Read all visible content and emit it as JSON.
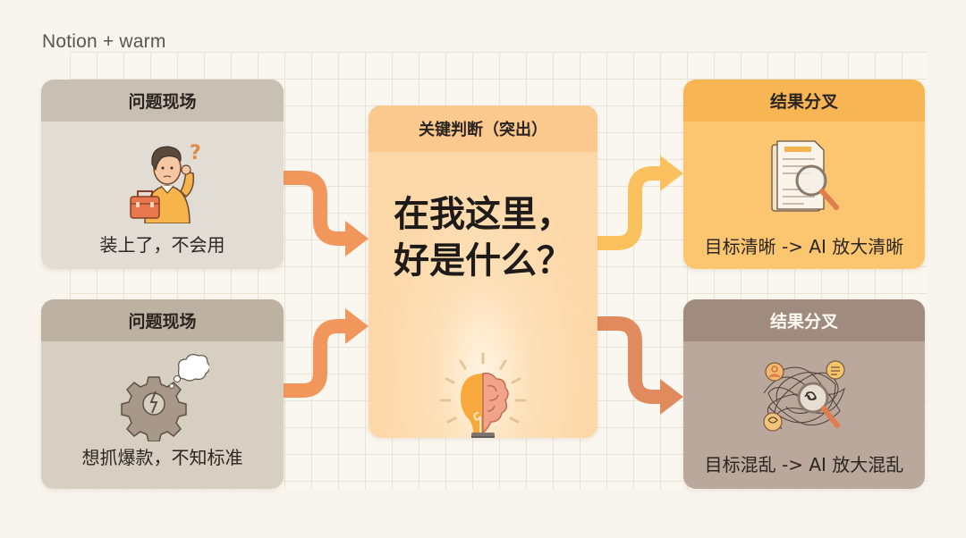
{
  "caption": "Notion + warm",
  "colors": {
    "background": "#f8f5ee",
    "grid_line": "#e9e3d6",
    "arrow_in": "#f2975c",
    "arrow_out_good": "#fbc15e",
    "arrow_out_bad": "#e18a5e",
    "accent_orange": "#f7b553",
    "accent_brown": "#a08c7f"
  },
  "problems": [
    {
      "title": "问题现场",
      "icon": "confused-person-with-toolbox-icon",
      "text": "装上了，不会用"
    },
    {
      "title": "问题现场",
      "icon": "broken-gear-with-thought-bubble-icon",
      "text": "想抓爆款，不知标准"
    }
  ],
  "center": {
    "title": "关键判断（突出）",
    "question_line1": "在我这里，",
    "question_line2": "好是什么？",
    "icon": "lightbulb-brain-icon"
  },
  "results": [
    {
      "title": "结果分叉",
      "icon": "document-magnifier-icon",
      "text": "目标清晰 -> AI 放大清晰"
    },
    {
      "title": "结果分叉",
      "icon": "tangled-lines-magnifier-icon",
      "text": "目标混乱 -> AI 放大混乱"
    }
  ]
}
